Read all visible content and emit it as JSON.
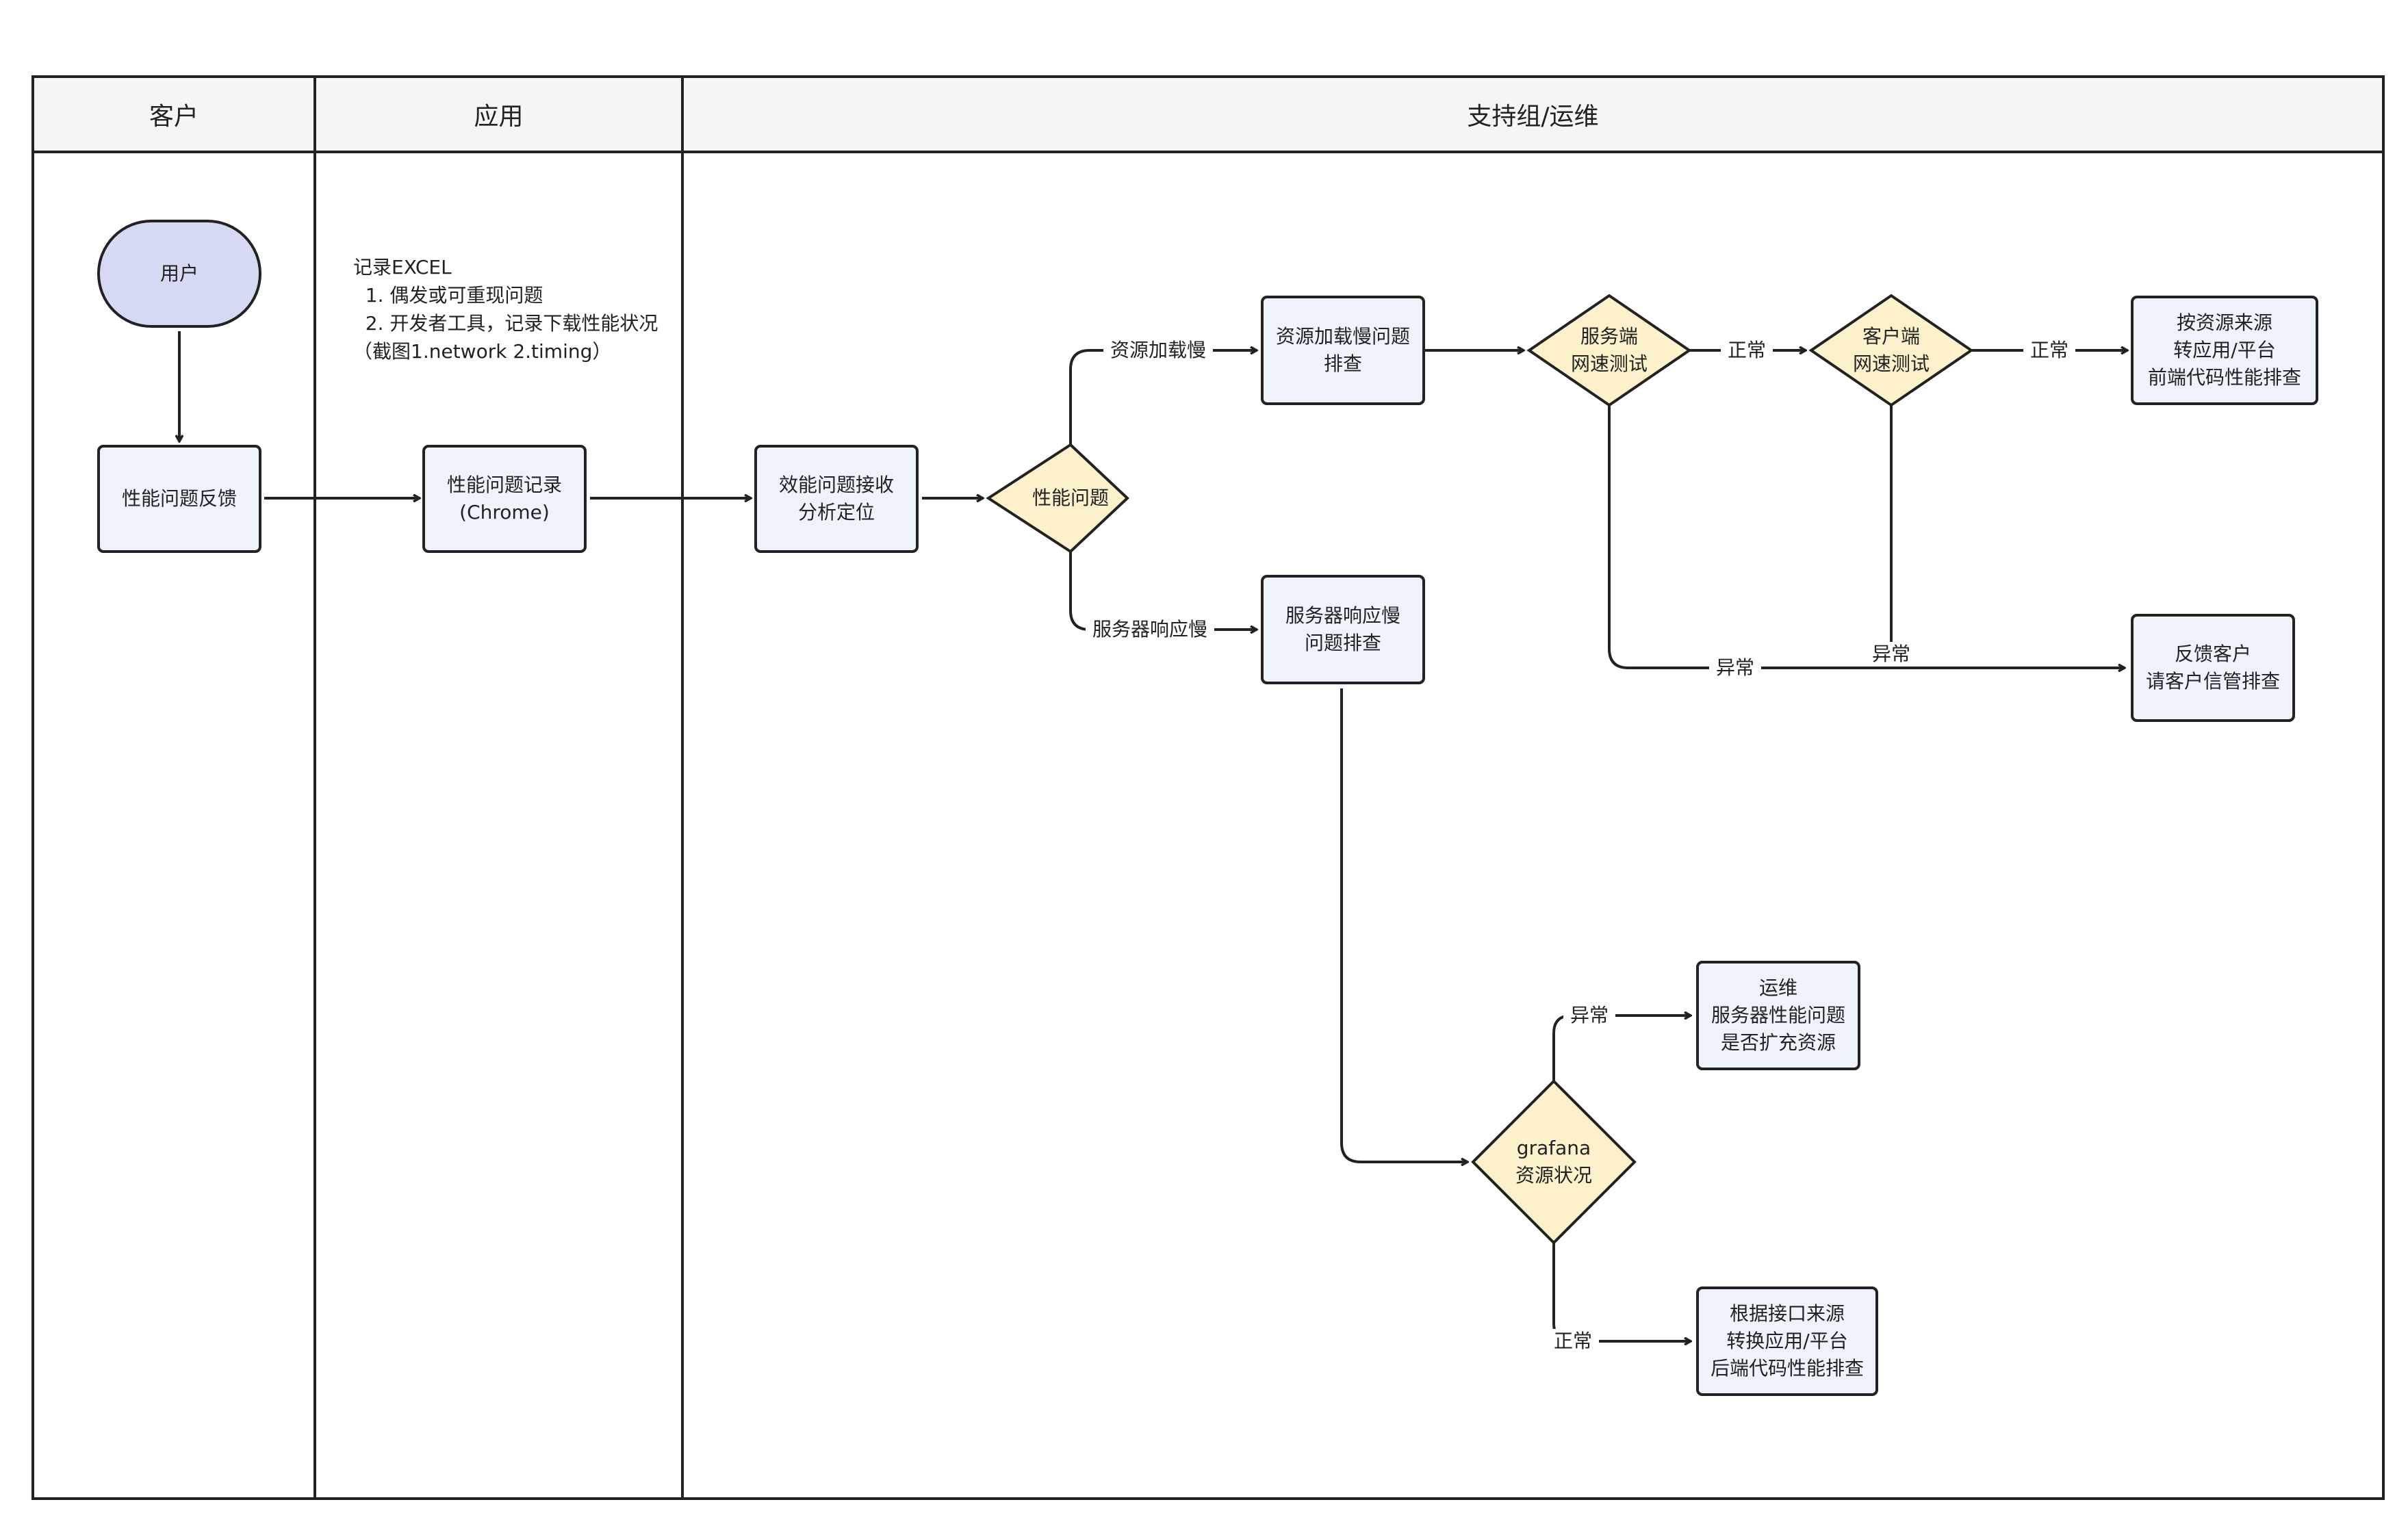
{
  "lanes": [
    {
      "id": "customer",
      "title": "客户"
    },
    {
      "id": "app",
      "title": "应用"
    },
    {
      "id": "support",
      "title": "支持组/运维"
    }
  ],
  "note": {
    "lines": [
      "记录EXCEL",
      "  1. 偶发或可重现问题",
      "  2. 开发者工具，记录下载性能状况",
      "（截图1.network 2.timing）"
    ]
  },
  "nodes": {
    "user": {
      "label": "用户"
    },
    "perf_feedback": {
      "label": "性能问题反馈"
    },
    "perf_record": {
      "label": "性能问题记录\n(Chrome)"
    },
    "receive_locate": {
      "label": "效能问题接收\n分析定位"
    },
    "perf_issue": {
      "label": "性能问题"
    },
    "resource_check": {
      "label": "资源加载慢问题\n排查"
    },
    "server_speed": {
      "label": "服务端\n网速测试"
    },
    "client_speed": {
      "label": "客户端\n网速测试"
    },
    "frontend_check": {
      "label": "按资源来源\n转应用/平台\n前端代码性能排查"
    },
    "feedback_customer": {
      "label": "反馈客户\n请客户信管排查"
    },
    "server_resp_check": {
      "label": "服务器响应慢\n问题排查"
    },
    "grafana": {
      "label": "grafana\n资源状况"
    },
    "ops_expand": {
      "label": "运维\n服务器性能问题\n是否扩充资源"
    },
    "backend_check": {
      "label": "根据接口来源\n转换应用/平台\n后端代码性能排查"
    }
  },
  "edge_labels": {
    "resource_slow": "资源加载慢",
    "server_slow": "服务器响应慢",
    "normal_1": "正常",
    "normal_2": "正常",
    "abnormal_server": "异常",
    "abnormal_client": "异常",
    "abnormal_grafana": "异常",
    "normal_grafana": "正常"
  },
  "colors": {
    "line": "#222222",
    "box_fill": "#eef3fb",
    "terminal_fill": "#d5d9f3",
    "decision_fill": "#fdf1cc",
    "header_fill": "#f5f5f5"
  }
}
